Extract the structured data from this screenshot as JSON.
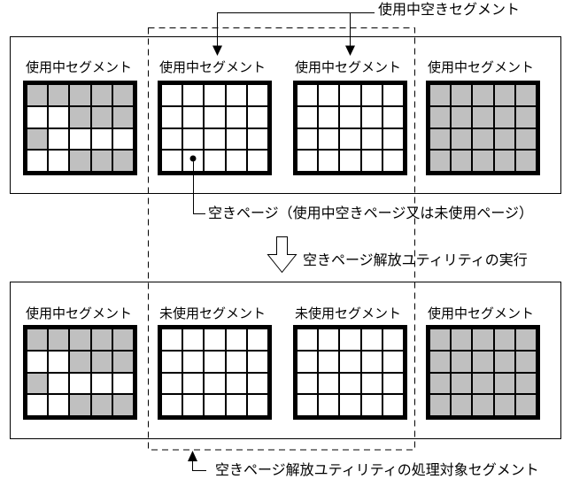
{
  "figure": {
    "colors": {
      "used_page": "#c0c0c0",
      "free_page": "#ffffff",
      "line": "#000000",
      "background": "#ffffff"
    },
    "callouts": {
      "in_use_free_segment": "使用中空きセグメント",
      "free_page": "空きページ（使用中空きページ又は未使用ページ）",
      "run_utility": "空きページ解放ユティリティの実行",
      "target_segments": "空きページ解放ユティリティの処理対象セグメント"
    },
    "grid": {
      "columns": 5,
      "rows": 4
    },
    "before": {
      "segments": [
        {
          "label": "使用中セグメント",
          "pattern": [
            [
              1,
              1,
              1,
              1,
              1
            ],
            [
              0,
              0,
              1,
              1,
              1
            ],
            [
              1,
              0,
              0,
              0,
              0
            ],
            [
              0,
              0,
              1,
              1,
              1
            ]
          ]
        },
        {
          "label": "使用中セグメント",
          "pattern": [
            [
              0,
              0,
              0,
              0,
              0
            ],
            [
              0,
              0,
              0,
              0,
              0
            ],
            [
              0,
              0,
              0,
              0,
              0
            ],
            [
              0,
              0,
              0,
              0,
              0
            ]
          ]
        },
        {
          "label": "使用中セグメント",
          "pattern": [
            [
              0,
              0,
              0,
              0,
              0
            ],
            [
              0,
              0,
              0,
              0,
              0
            ],
            [
              0,
              0,
              0,
              0,
              0
            ],
            [
              0,
              0,
              0,
              0,
              0
            ]
          ]
        },
        {
          "label": "使用中セグメント",
          "pattern": [
            [
              1,
              1,
              1,
              1,
              1
            ],
            [
              1,
              1,
              1,
              1,
              1
            ],
            [
              1,
              1,
              1,
              1,
              1
            ],
            [
              1,
              1,
              1,
              1,
              1
            ]
          ]
        }
      ]
    },
    "after": {
      "segments": [
        {
          "label": "使用中セグメント",
          "pattern": [
            [
              1,
              1,
              1,
              1,
              1
            ],
            [
              0,
              0,
              1,
              1,
              1
            ],
            [
              1,
              0,
              0,
              0,
              0
            ],
            [
              0,
              0,
              1,
              1,
              1
            ]
          ]
        },
        {
          "label": "未使用セグメント",
          "pattern": [
            [
              0,
              0,
              0,
              0,
              0
            ],
            [
              0,
              0,
              0,
              0,
              0
            ],
            [
              0,
              0,
              0,
              0,
              0
            ],
            [
              0,
              0,
              0,
              0,
              0
            ]
          ]
        },
        {
          "label": "未使用セグメント",
          "pattern": [
            [
              0,
              0,
              0,
              0,
              0
            ],
            [
              0,
              0,
              0,
              0,
              0
            ],
            [
              0,
              0,
              0,
              0,
              0
            ],
            [
              0,
              0,
              0,
              0,
              0
            ]
          ]
        },
        {
          "label": "使用中セグメント",
          "pattern": [
            [
              1,
              1,
              1,
              1,
              1
            ],
            [
              1,
              1,
              1,
              1,
              1
            ],
            [
              1,
              1,
              1,
              1,
              1
            ],
            [
              1,
              1,
              1,
              1,
              1
            ]
          ]
        }
      ]
    }
  }
}
